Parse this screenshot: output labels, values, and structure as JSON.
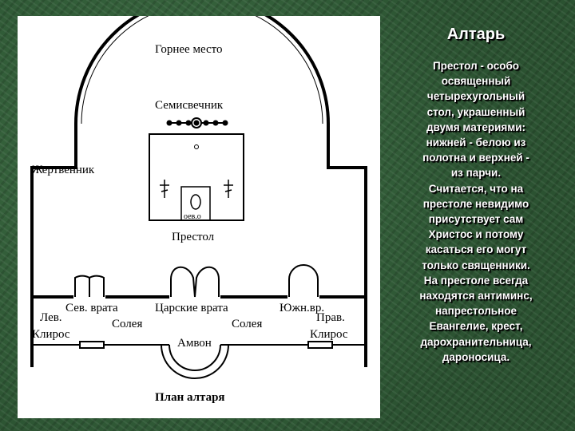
{
  "plan": {
    "labels": {
      "gornee_mesto": "Горнее место",
      "semisvechnik": "Семисвечник",
      "zhertvennik": "Жертвенник",
      "prestol": "Престол",
      "sev_vrata": "Сев. врата",
      "tsarskie_vrata": "Царские врата",
      "yuzhn_vrata": "Южн.вр.",
      "lev": "Лев.",
      "solea_left": "Солея",
      "solea_right": "Солея",
      "prav": "Прав.",
      "kliros_left": "Клирос",
      "kliros_right": "Клирос",
      "ambon": "Амвон",
      "antimins_marker": "оев.о",
      "caption": "План алтаря"
    }
  },
  "side": {
    "title": "Алтарь",
    "text": "Престол - особо\nосвященный\nчетырехугольный\nстол, украшенный\nдвумя материями:\nнижней - белою из\nполотна и верхней -\nиз парчи.\nСчитается, что на\nпрестоле невидимо\nприсутствует сам\nХристос и потому\nкасаться его могут\nтолько священники.\nНа престоле всегда\nнаходятся антиминс,\nнапрестольное\nЕвангелие, крест,\nдарохранительница,\nдароносица."
  }
}
